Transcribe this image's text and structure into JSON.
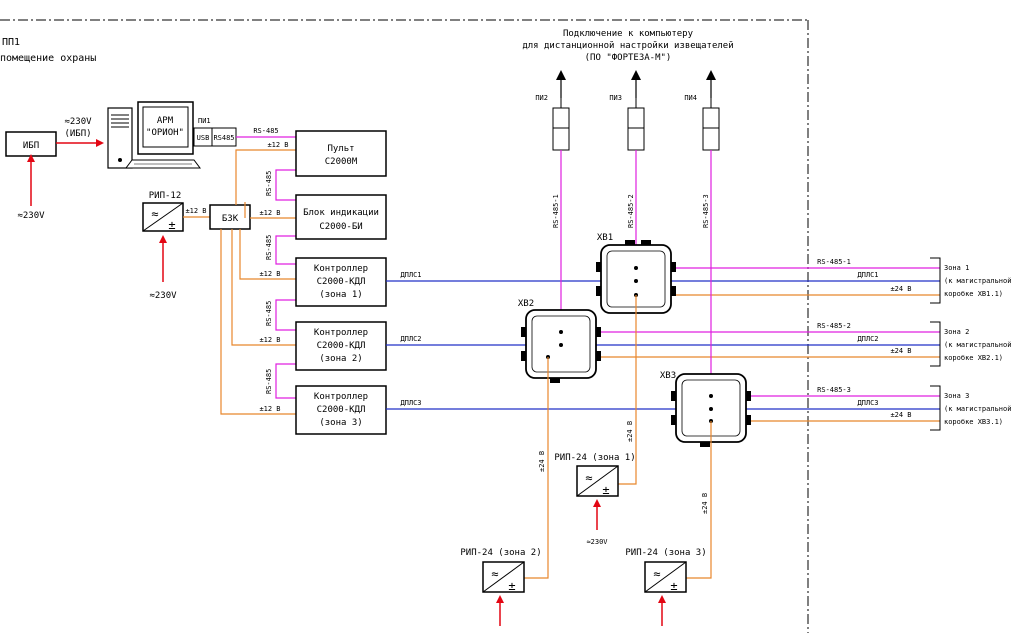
{
  "title": {
    "room_id": "ПП1",
    "room_name": "помещение охраны"
  },
  "colors": {
    "black": "#000000",
    "red": "#e30613",
    "orange": "#e8872c",
    "blue": "#2030c8",
    "magenta": "#e020e0"
  },
  "header": {
    "line1": "Подключение к компьютеру",
    "line2": "для дистанционной настройки извещателей",
    "line3": "(ПО \"ФОРТЕЗА-М\")"
  },
  "devices": {
    "ups": "ИБП",
    "ups_in_label": "≈230V",
    "ups_out_label1": "≈230V",
    "ups_out_label2": "(ИБП)",
    "arm1": "АРМ",
    "arm2": "\"ОРИОН\"",
    "pi1": "ПИ1",
    "usb": "USB",
    "rs485": "RS485",
    "rs485_link": "RS-485",
    "rip12": "РИП-12",
    "rip12_out": "±12 В",
    "rip12_in": "≈230V",
    "bzk": "БЗК",
    "pult1": "Пульт",
    "pult2": "С2000М",
    "bi1": "Блок индикации",
    "bi2": "С2000-БИ",
    "kdl_line1": "Контроллер",
    "kdl_line2": "С2000-КДЛ",
    "kdl1_zone": "(зона 1)",
    "kdl2_zone": "(зона 2)",
    "kdl3_zone": "(зона 3)",
    "v12": "±12 В",
    "rs485_short": "RS-485",
    "dpls1": "ДПЛС1",
    "dpls2": "ДПЛС2",
    "dpls3": "ДПЛС3",
    "pi2": "ПИ2",
    "pi3": "ПИ3",
    "pi4": "ПИ4",
    "rs485_1": "RS-485-1",
    "rs485_2": "RS-485-2",
    "rs485_3": "RS-485-3",
    "xb1": "ХВ1",
    "xb2": "ХВ2",
    "xb3": "ХВ3",
    "v24": "±24 В",
    "rip24_z1": "РИП-24 (зона 1)",
    "rip24_z2": "РИП-24 (зона 2)",
    "rip24_z3": "РИП-24 (зона 3)",
    "ac230": "≈230V"
  },
  "zones": [
    {
      "line1": "Зона 1",
      "line2": "(к магистральной",
      "line3": "коробке ХВ1.1)"
    },
    {
      "line1": "Зона 2",
      "line2": "(к магистральной",
      "line3": "коробке ХВ2.1)"
    },
    {
      "line1": "Зона 3",
      "line2": "(к магистральной",
      "line3": "коробке ХВ3.1)"
    }
  ]
}
